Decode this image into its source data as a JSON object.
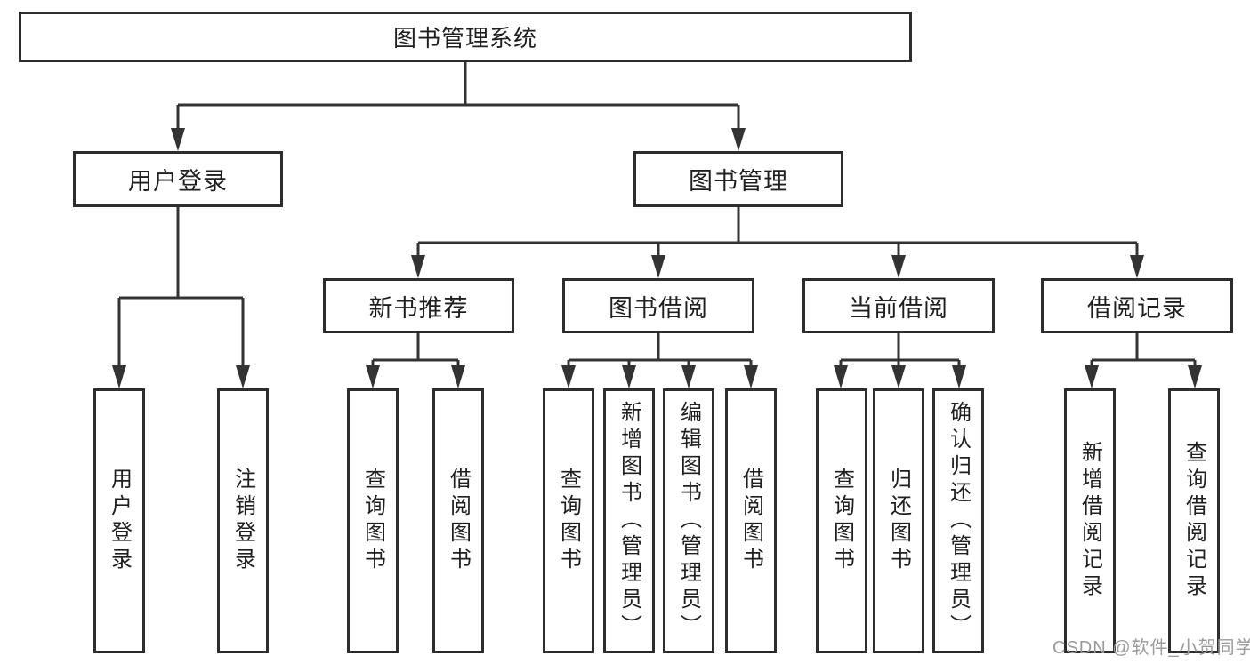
{
  "diagram": {
    "root": {
      "label": "图书管理系统"
    },
    "branches": [
      {
        "label": "用户登录",
        "leaves": [
          {
            "label": "用户登录"
          },
          {
            "label": "注销登录"
          }
        ]
      },
      {
        "label": "图书管理",
        "groups": [
          {
            "label": "新书推荐",
            "leaves": [
              {
                "label": "查询图书"
              },
              {
                "label": "借阅图书"
              }
            ]
          },
          {
            "label": "图书借阅",
            "leaves": [
              {
                "label": "查询图书"
              },
              {
                "label": "新增图书（管理员）"
              },
              {
                "label": "编辑图书（管理员）"
              },
              {
                "label": "借阅图书"
              }
            ]
          },
          {
            "label": "当前借阅",
            "leaves": [
              {
                "label": "查询图书"
              },
              {
                "label": "归还图书"
              },
              {
                "label": "确认归还（管理员）"
              }
            ]
          },
          {
            "label": "借阅记录",
            "leaves": [
              {
                "label": "新增借阅记录"
              },
              {
                "label": "查询借阅记录"
              }
            ]
          }
        ]
      }
    ]
  },
  "watermark": "CSDN @软件_小贺同学",
  "colors": {
    "line": "#333333",
    "box_border": "#2d2d2d",
    "text": "#1f1f1f",
    "background": "#ffffff",
    "watermark": "#9b9b9b"
  }
}
